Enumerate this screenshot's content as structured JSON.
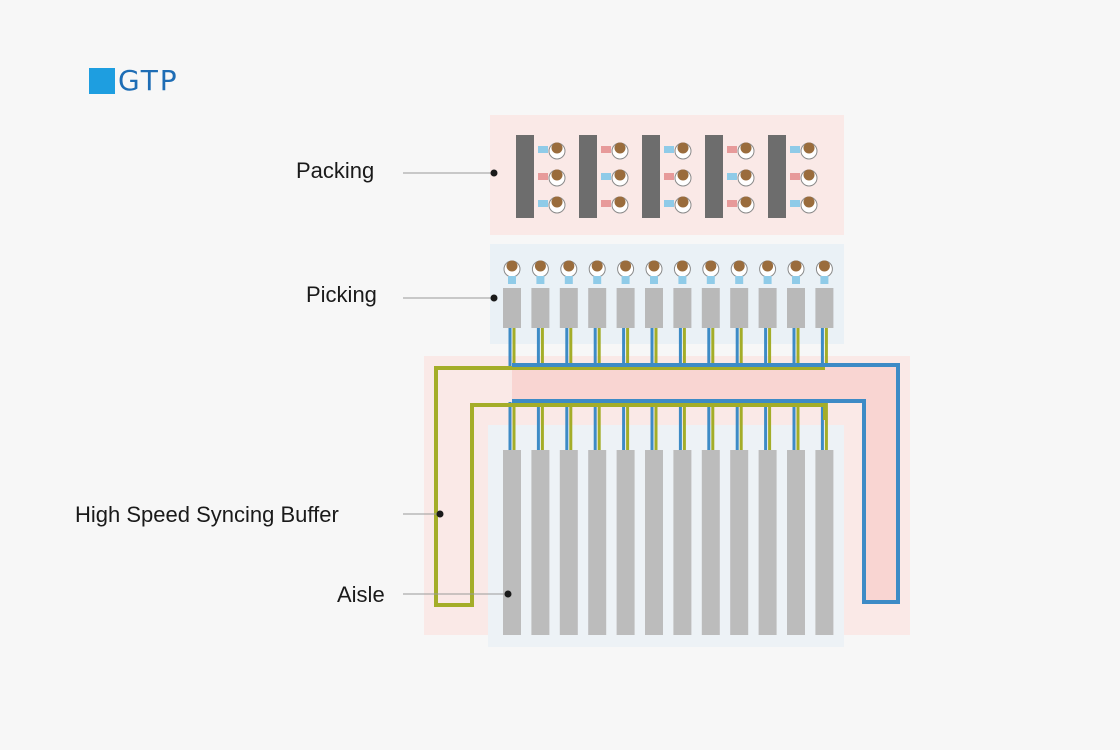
{
  "brand": {
    "text": "GTP",
    "colors": {
      "square": "#1e9ee0",
      "text": "#1e6db5"
    }
  },
  "labels": {
    "packing": "Packing",
    "picking": "Picking",
    "buffer": "High Speed Syncing Buffer",
    "aisle": "Aisle"
  },
  "colors": {
    "packing_bg": "#fae9e7",
    "picking_bg": "#eaf1f6",
    "buffer_bg": "#fae9e7",
    "buffer_highlight": "#f9d5d2",
    "aisle_bg": "#edf2f6",
    "station_bar": "#6d6d6d",
    "picking_port": "#b9b9b9",
    "aisle_rack": "#bcbcbc",
    "conveyor_green": "#a4ad28",
    "conveyor_blue": "#3d8bc6",
    "worker_head": "#9a6c3c",
    "box_blue": "#8fcbe8",
    "box_red": "#e79a9a"
  },
  "layout_counts": {
    "packing_stations": 5,
    "workers_per_station": 3,
    "picking_ports": 12,
    "aisles": 12
  }
}
